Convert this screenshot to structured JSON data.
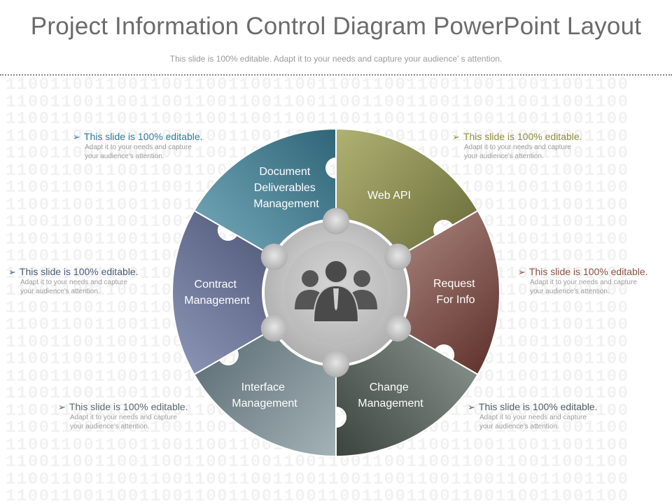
{
  "title": "Project Information Control Diagram PowerPoint Layout",
  "subtitle": "This slide is 100% editable. Adapt it to your needs and capture your audience’ s attention.",
  "background_pattern": "11001100110011001100110011001100110011001100110011001100",
  "colors": {
    "segment_document": "#4a7f92",
    "segment_webapi": "#7c8048",
    "segment_request": "#7a4f47",
    "segment_change": "#5c6660",
    "segment_interface": "#63757b",
    "segment_contract": "#5a6285",
    "hub": "#c8c8c8",
    "accent_teal": "#2e7d9a",
    "accent_olive": "#8f8f3a",
    "accent_brown": "#8a5244"
  },
  "segments": [
    {
      "id": "document",
      "lines": [
        "Document",
        "Deliverables",
        "Management"
      ]
    },
    {
      "id": "webapi",
      "lines": [
        "Web API"
      ]
    },
    {
      "id": "request",
      "lines": [
        "Request",
        "For Info"
      ]
    },
    {
      "id": "change",
      "lines": [
        "Change",
        "Management"
      ]
    },
    {
      "id": "interface",
      "lines": [
        "Interface",
        "Management"
      ]
    },
    {
      "id": "contract",
      "lines": [
        "Contract",
        "Management"
      ]
    }
  ],
  "center_icon": "team-people-icon",
  "notes": [
    {
      "heading": "This slide is 100% editable.",
      "body_line1": "Adapt it to your needs and capture",
      "body_line2": "your audience's attention.",
      "color": "#2e7d9a"
    },
    {
      "heading": "This slide is 100% editable.",
      "body_line1": "Adapt it to your needs and capture",
      "body_line2": "your audience's attention.",
      "color": "#8f8f3a"
    },
    {
      "heading": "This slide is 100% editable.",
      "body_line1": "Adapt it to your needs and capture",
      "body_line2": "your audience's attention.",
      "color": "#4b5b78"
    },
    {
      "heading": "This slide is 100% editable.",
      "body_line1": "Adapt it to your needs and capture",
      "body_line2": "your audience's attention.",
      "color": "#8a5244"
    },
    {
      "heading": "This slide is 100% editable.",
      "body_line1": "Adapt it to your needs and capture",
      "body_line2": "your audience's attention.",
      "color": "#5c6b70"
    },
    {
      "heading": "This slide is 100% editable.",
      "body_line1": "Adapt it to your needs and capture",
      "body_line2": "your audience's attention.",
      "color": "#4f5f66"
    }
  ]
}
